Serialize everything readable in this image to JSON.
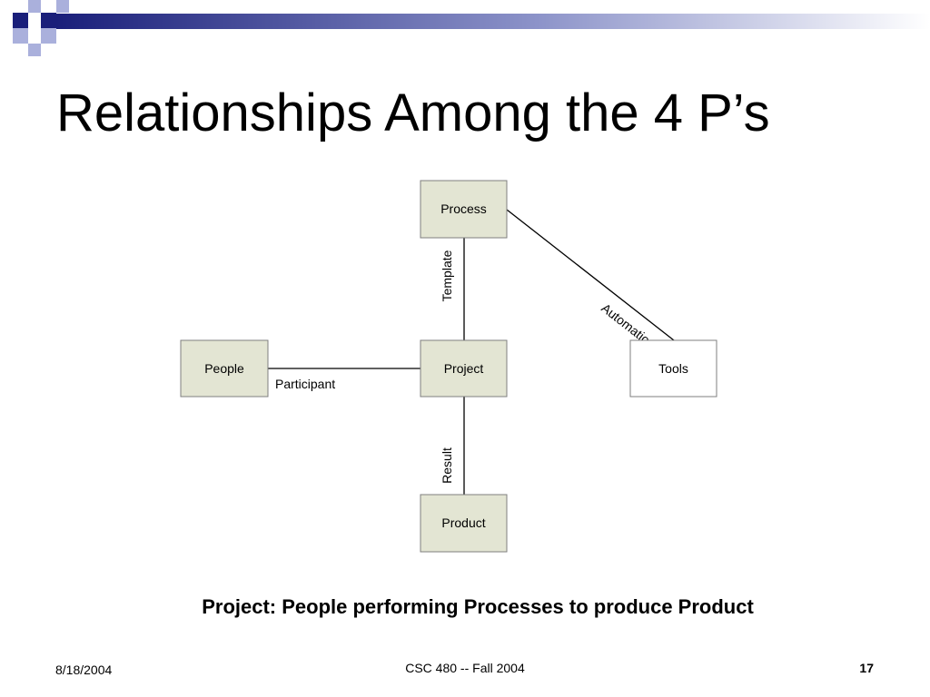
{
  "slide": {
    "title": "Relationships Among the 4 P’s",
    "caption": "Project: People performing Processes to produce Product"
  },
  "footer": {
    "date": "8/18/2004",
    "course": "CSC 480 -- Fall 2004",
    "page": "17"
  },
  "colors": {
    "node_fill": "#e3e5d3",
    "tools_fill": "#ffffff",
    "deco_dark": "#1a1f7a",
    "deco_light": "#aab0dc"
  },
  "diagram": {
    "nodes": {
      "process": "Process",
      "people": "People",
      "project": "Project",
      "tools": "Tools",
      "product": "Product"
    },
    "edges": {
      "template": "Template",
      "participant": "Participant",
      "automation": "Automation",
      "result": "Result"
    }
  }
}
